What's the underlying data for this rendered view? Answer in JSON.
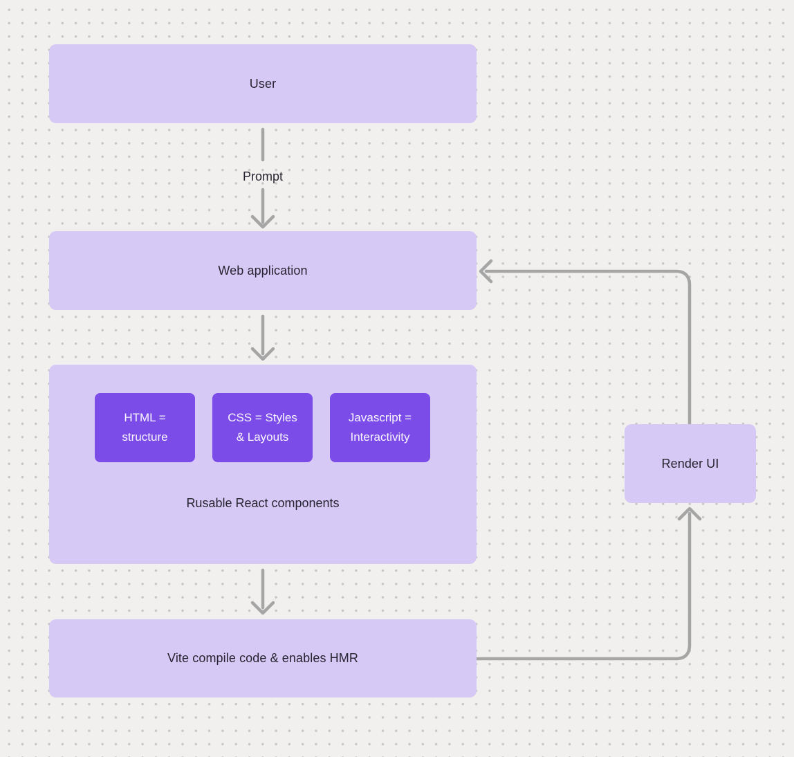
{
  "diagram": {
    "colors": {
      "background": "#f1f0ee",
      "grid_dot": "#c8c6c3",
      "node_light": "#d7c9f5",
      "node_dark": "#7c4ce9",
      "arrow": "#a5a5a5",
      "text_dark": "#262430",
      "text_light": "#f9f7fd"
    },
    "nodes": {
      "user": {
        "label": "User"
      },
      "web_application": {
        "label": "Web application"
      },
      "components_group": {
        "label": "Rusable React components"
      },
      "chip_html": {
        "label": "HTML =\nstructure"
      },
      "chip_css": {
        "label": "CSS = Styles\n& Layouts"
      },
      "chip_js": {
        "label": "Javascript =\nInteractivity"
      },
      "vite": {
        "label": "Vite compile code & enables HMR"
      },
      "render_ui": {
        "label": "Render UI"
      }
    },
    "edge_labels": {
      "prompt": "Prompt"
    }
  }
}
